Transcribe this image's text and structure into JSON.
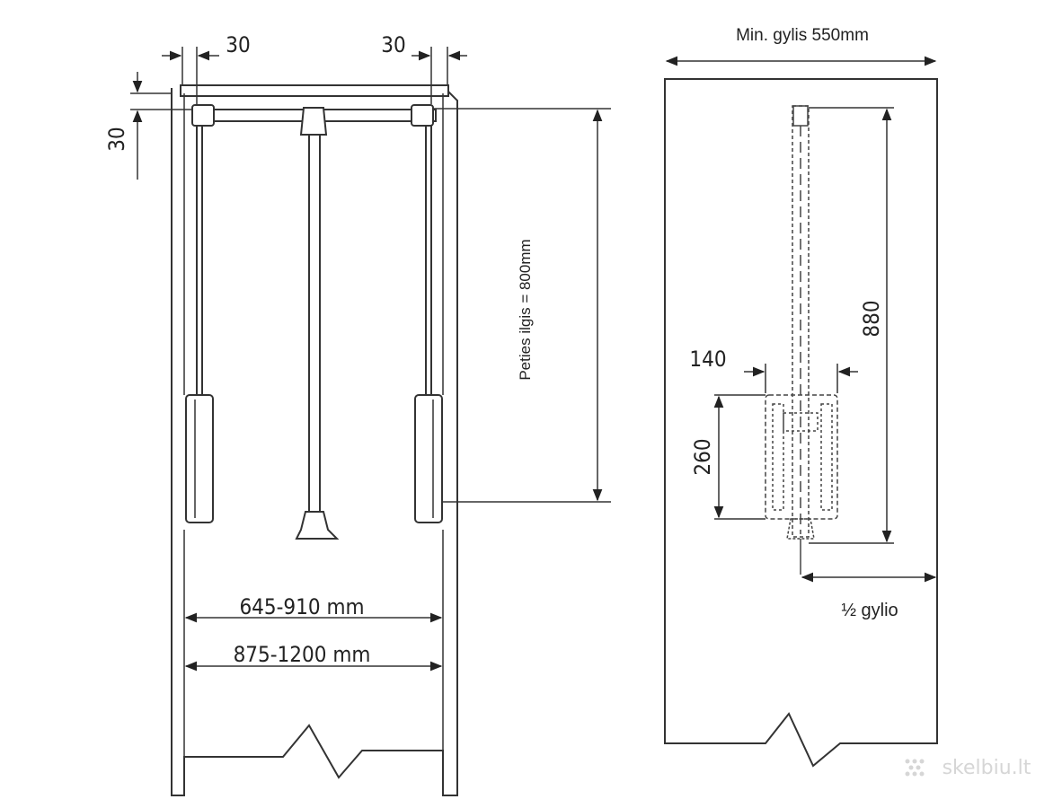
{
  "front_view": {
    "dim_top_left": "30",
    "dim_top_right": "30",
    "dim_side": "30",
    "arm_length_label": "Peties ilgis = 800mm",
    "width_range_1": "645-910 mm",
    "width_range_2": "875-1200 mm"
  },
  "side_view": {
    "min_depth_label": "Min. gylis 550mm",
    "dim_height": "880",
    "dim_bracket_width": "140",
    "dim_bracket_height": "260",
    "half_depth_label": "½ gylio"
  },
  "watermark": {
    "text": "skelbiu.lt"
  }
}
